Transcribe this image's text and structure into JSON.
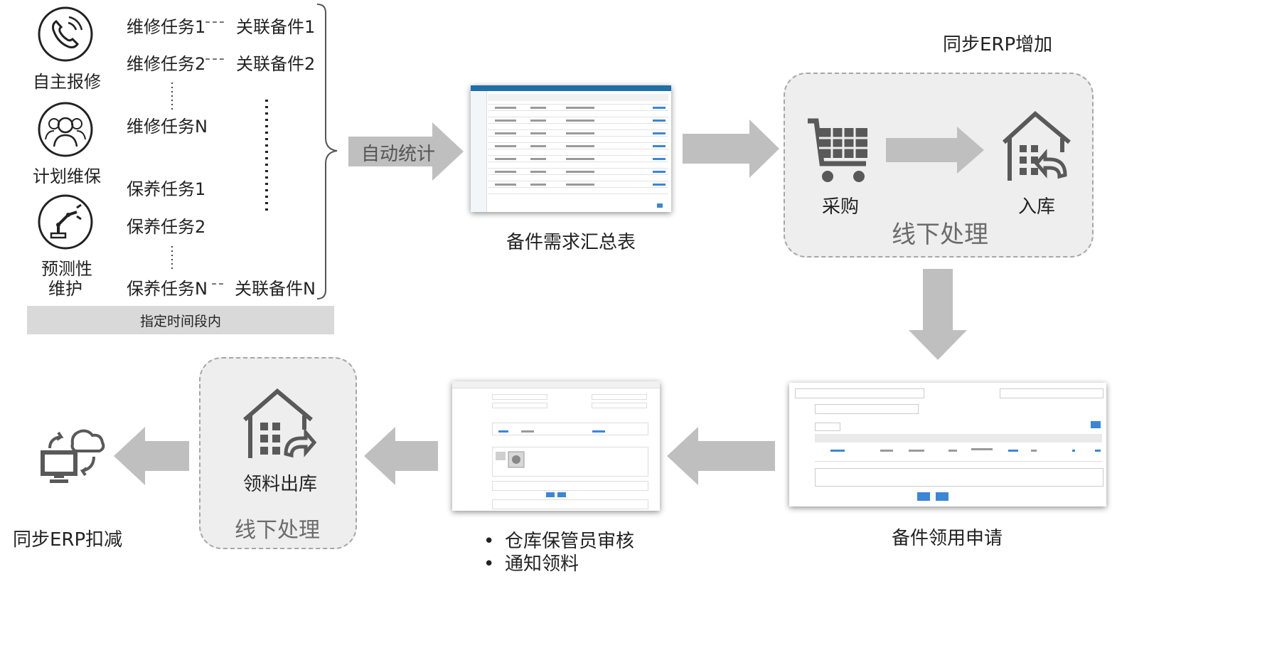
{
  "sources": {
    "self_report": "自主报修",
    "planned": "计划维保",
    "predictive_line1": "预测性",
    "predictive_line2": "维护"
  },
  "tasks": {
    "repair1": "维修任务1",
    "part1": "关联备件1",
    "repair2": "维修任务2",
    "part2": "关联备件2",
    "repairN": "维修任务N",
    "maint1": "保养任务1",
    "maint2": "保养任务2",
    "maintN": "保养任务N",
    "partN": "关联备件N"
  },
  "time_window": "指定时间段内",
  "auto_stats": "自动统计",
  "summary_caption": "备件需求汇总表",
  "erp_add": "同步ERP增加",
  "purchase": "采购",
  "stock_in": "入库",
  "offline_top": "线下处理",
  "apply_caption": "备件领用申请",
  "bullets": [
    "仓库保管员审核",
    "通知领料"
  ],
  "issue_out": "领料出库",
  "offline_bottom": "线下处理",
  "erp_deduct": "同步ERP扣减",
  "colors": {
    "arrow": "#bfbfbf",
    "panel": "#eeeeee",
    "header_blue": "#1f6ea8",
    "link_blue": "#3b86d6"
  },
  "icons": [
    "phone-icon",
    "people-icon",
    "robot-arm-icon",
    "cart-icon",
    "warehouse-in-icon",
    "warehouse-out-icon",
    "cloud-sync-icon"
  ]
}
